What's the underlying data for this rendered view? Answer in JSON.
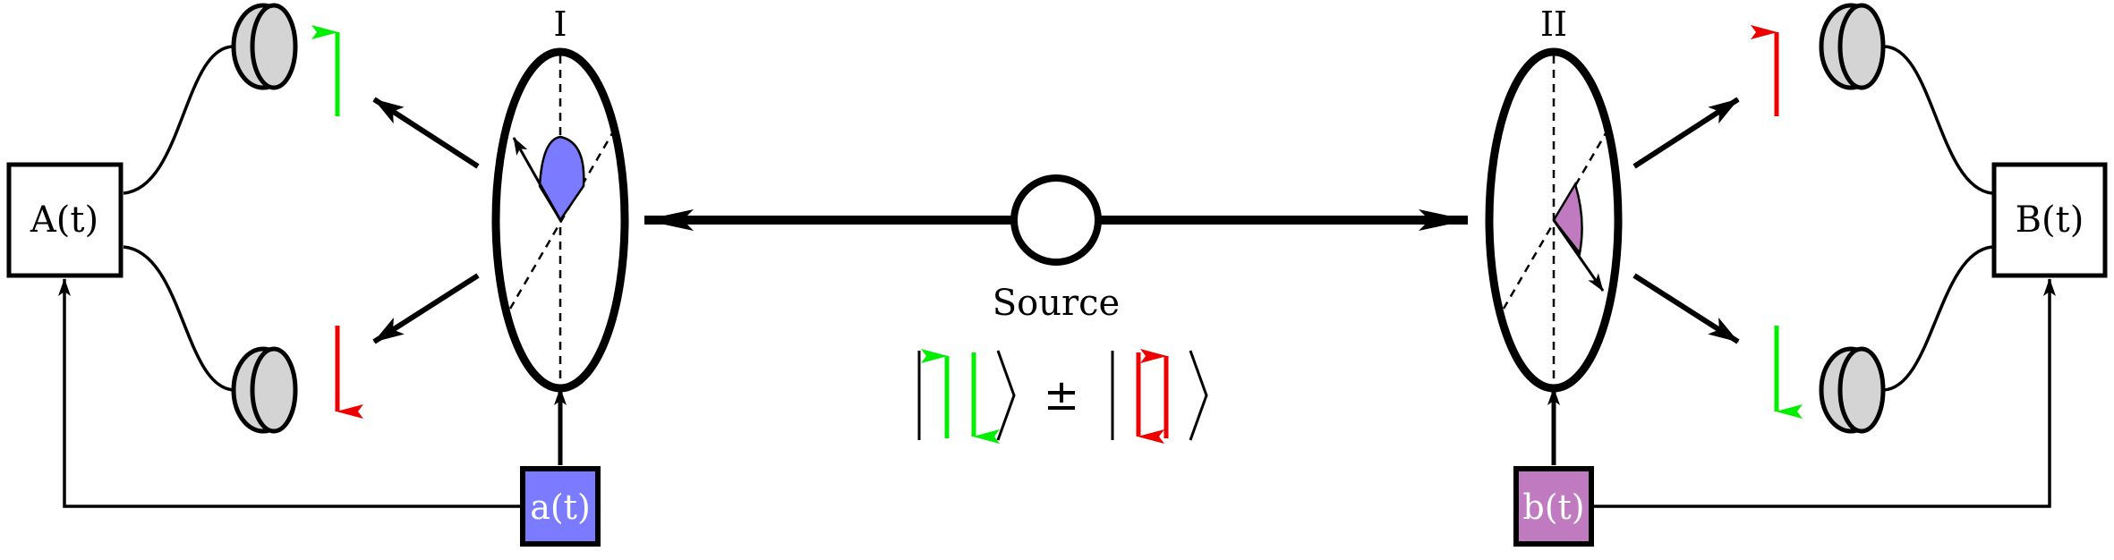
{
  "analyzer_left": {
    "label": "I"
  },
  "analyzer_right": {
    "label": "II"
  },
  "source": {
    "label": "Source"
  },
  "state": {
    "operator": "±"
  },
  "box_A": {
    "label": "A(t)"
  },
  "box_B": {
    "label": "B(t)"
  },
  "setting_a": {
    "label": "a(t)"
  },
  "setting_b": {
    "label": "b(t)"
  },
  "colors": {
    "green": "#00ee00",
    "red": "#ee0000",
    "blue_fill": "#7b7bff",
    "purple_fill": "#c07ac0",
    "detector_gray": "#d4d4d4"
  }
}
